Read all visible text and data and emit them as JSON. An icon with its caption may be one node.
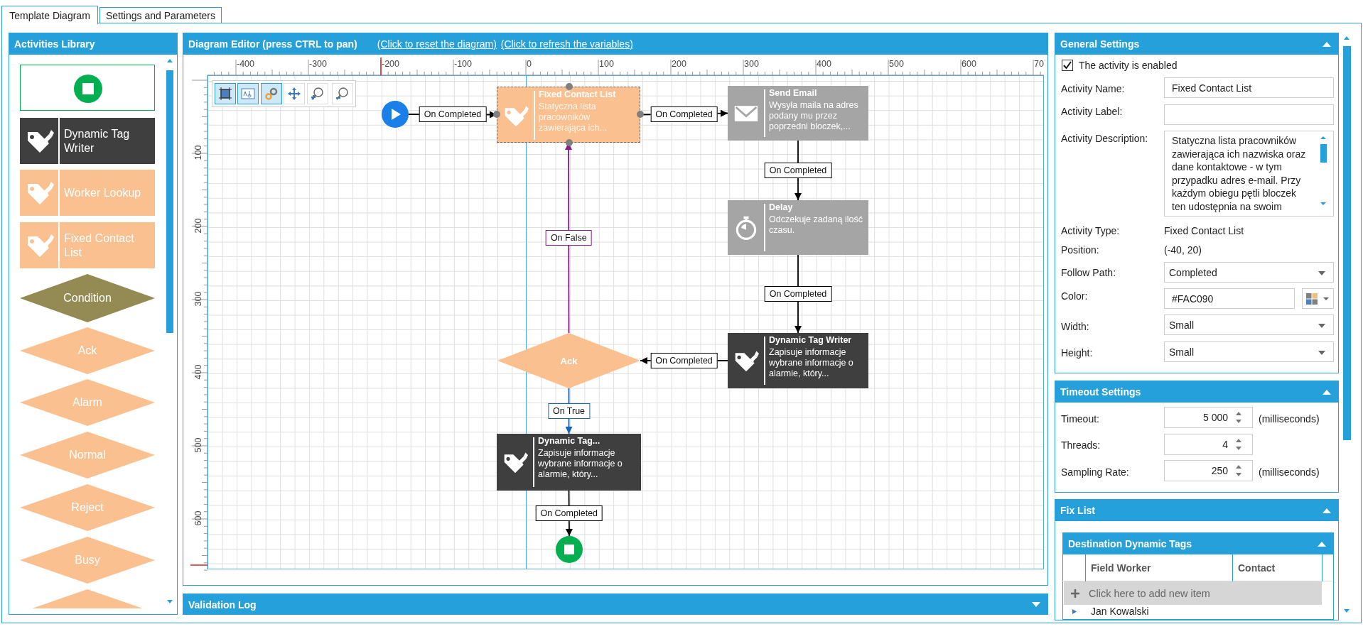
{
  "diagram": {
    "nodes": [
      {
        "text": [
          "Activities Library"
        ]
      },
      {
        "text": [],
        "shape": "box",
        "in": 0
      },
      {
        "text": [
          "Dynamic Tag Writer"
        ],
        "in": 0
      },
      {
        "text": [
          "Worker Lookup"
        ],
        "in": 0
      },
      {
        "text": [
          "Fixed Contact List"
        ],
        "in": 0
      },
      {
        "text": [
          "Condition"
        ],
        "in": 0
      },
      {
        "text": [
          "Ack"
        ],
        "in": 0
      },
      {
        "text": [
          "Alarm"
        ],
        "in": 0
      },
      {
        "text": [
          "Normal"
        ],
        "in": 0
      },
      {
        "text": [
          "Reject"
        ],
        "in": 0
      },
      {
        "text": [
          "Busy"
        ],
        "in": 0
      },
      {
        "text": [],
        "shape": "diamond",
        "in": 0
      },
      {
        "text": [
          "Diagram Editor (press CTRL to pan)",
          "(Click to reset the diagram)",
          "(Click to refresh the variables)"
        ]
      },
      {
        "text": [],
        "shape": "circle",
        "in": 12
      },
      {
        "text": [
          "Fixed Contact List",
          "Statyczna lista pracowników zawierająca ich..."
        ],
        "in": 12
      },
      {
        "text": [
          "Send Email",
          "Wysyła maila na adres podany mu przez poprzedni bloczek,..."
        ],
        "in": 12
      },
      {
        "text": [
          "Delay",
          "Odczekuje zadaną ilość czasu."
        ],
        "in": 12
      },
      {
        "text": [
          "Dynamic Tag Writer",
          "Zapisuje informacje wybrane informacje o alarmie, który..."
        ],
        "in": 12
      },
      {
        "text": [
          "Ack"
        ],
        "in": 12
      },
      {
        "text": [
          "Dynamic Tag...",
          "Zapisuje informacje wybrane informacje o alarmie, który..."
        ],
        "in": 12
      },
      {
        "text": [],
        "shape": "circle",
        "in": 12
      },
      {
        "text": [
          "Validation Log"
        ]
      },
      {
        "text": [
          "General Settings"
        ]
      },
      {
        "text": [
          "Timeout Settings"
        ]
      },
      {
        "text": [
          "Fix List"
        ]
      },
      {
        "text": [
          "Destination Dynamic Tags"
        ],
        "in": 24
      }
    ],
    "edges": [
      {
        "from": 13,
        "to": 14,
        "arrow": "to",
        "label": "On Completed"
      },
      {
        "from": 14,
        "to": 15,
        "arrow": "to",
        "label": "On Completed"
      },
      {
        "from": 15,
        "to": 16,
        "arrow": "to",
        "label": "On Completed"
      },
      {
        "from": 16,
        "to": 17,
        "arrow": "to",
        "label": "On Completed"
      },
      {
        "from": 17,
        "to": 18,
        "arrow": "to",
        "label": "On Completed"
      },
      {
        "from": 18,
        "to": 14,
        "arrow": "to",
        "label": "On False",
        "color": "#8b1a8b"
      },
      {
        "from": 18,
        "to": 19,
        "arrow": "to",
        "label": "On True",
        "color": "#1565c0"
      },
      {
        "from": 19,
        "to": 20,
        "arrow": "to",
        "label": "On Completed"
      }
    ],
    "labels": [
      "Template Diagram",
      "Settings and Parameters",
      "-400",
      "-300",
      "-200",
      "-100",
      "0",
      "100",
      "200",
      "300",
      "400",
      "500",
      "600",
      "70",
      "100",
      "200",
      "300",
      "400",
      "500",
      "600",
      "The activity is enabled",
      "Activity Name:",
      "Fixed Contact List",
      "Activity Label:",
      "Activity Description:",
      "Statyczna lista pracowników zawierająca ich nazwiska oraz dane kontaktowe - w tym przypadku adres e-mail. Przy każdym obiegu pętli bloczek ten udostępnia na swoim",
      "Activity Type:",
      "Fixed Contact List",
      "Position:",
      "(-40, 20)",
      "Follow Path:",
      "Completed",
      "Color:",
      "#FAC090",
      "Width:",
      "Small",
      "Height:",
      "Small",
      "Timeout:",
      "5 000",
      "(milliseconds)",
      "Threads:",
      "4",
      "Sampling Rate:",
      "250",
      "(milliseconds)",
      "Field Worker",
      "Contact",
      "Click here to add new item",
      "Jan Kowalski"
    ]
  }
}
